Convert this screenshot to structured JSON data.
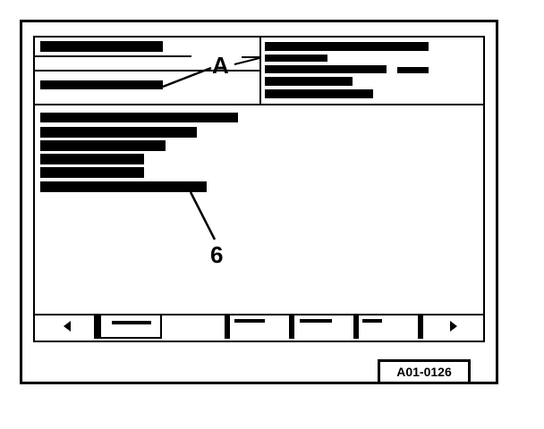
{
  "callouts": {
    "a_label": "A",
    "six_label": "6"
  },
  "reference_code": "A01-0126",
  "nav": {
    "prev_icon": "arrow-left-icon",
    "next_icon": "arrow-right-icon"
  }
}
